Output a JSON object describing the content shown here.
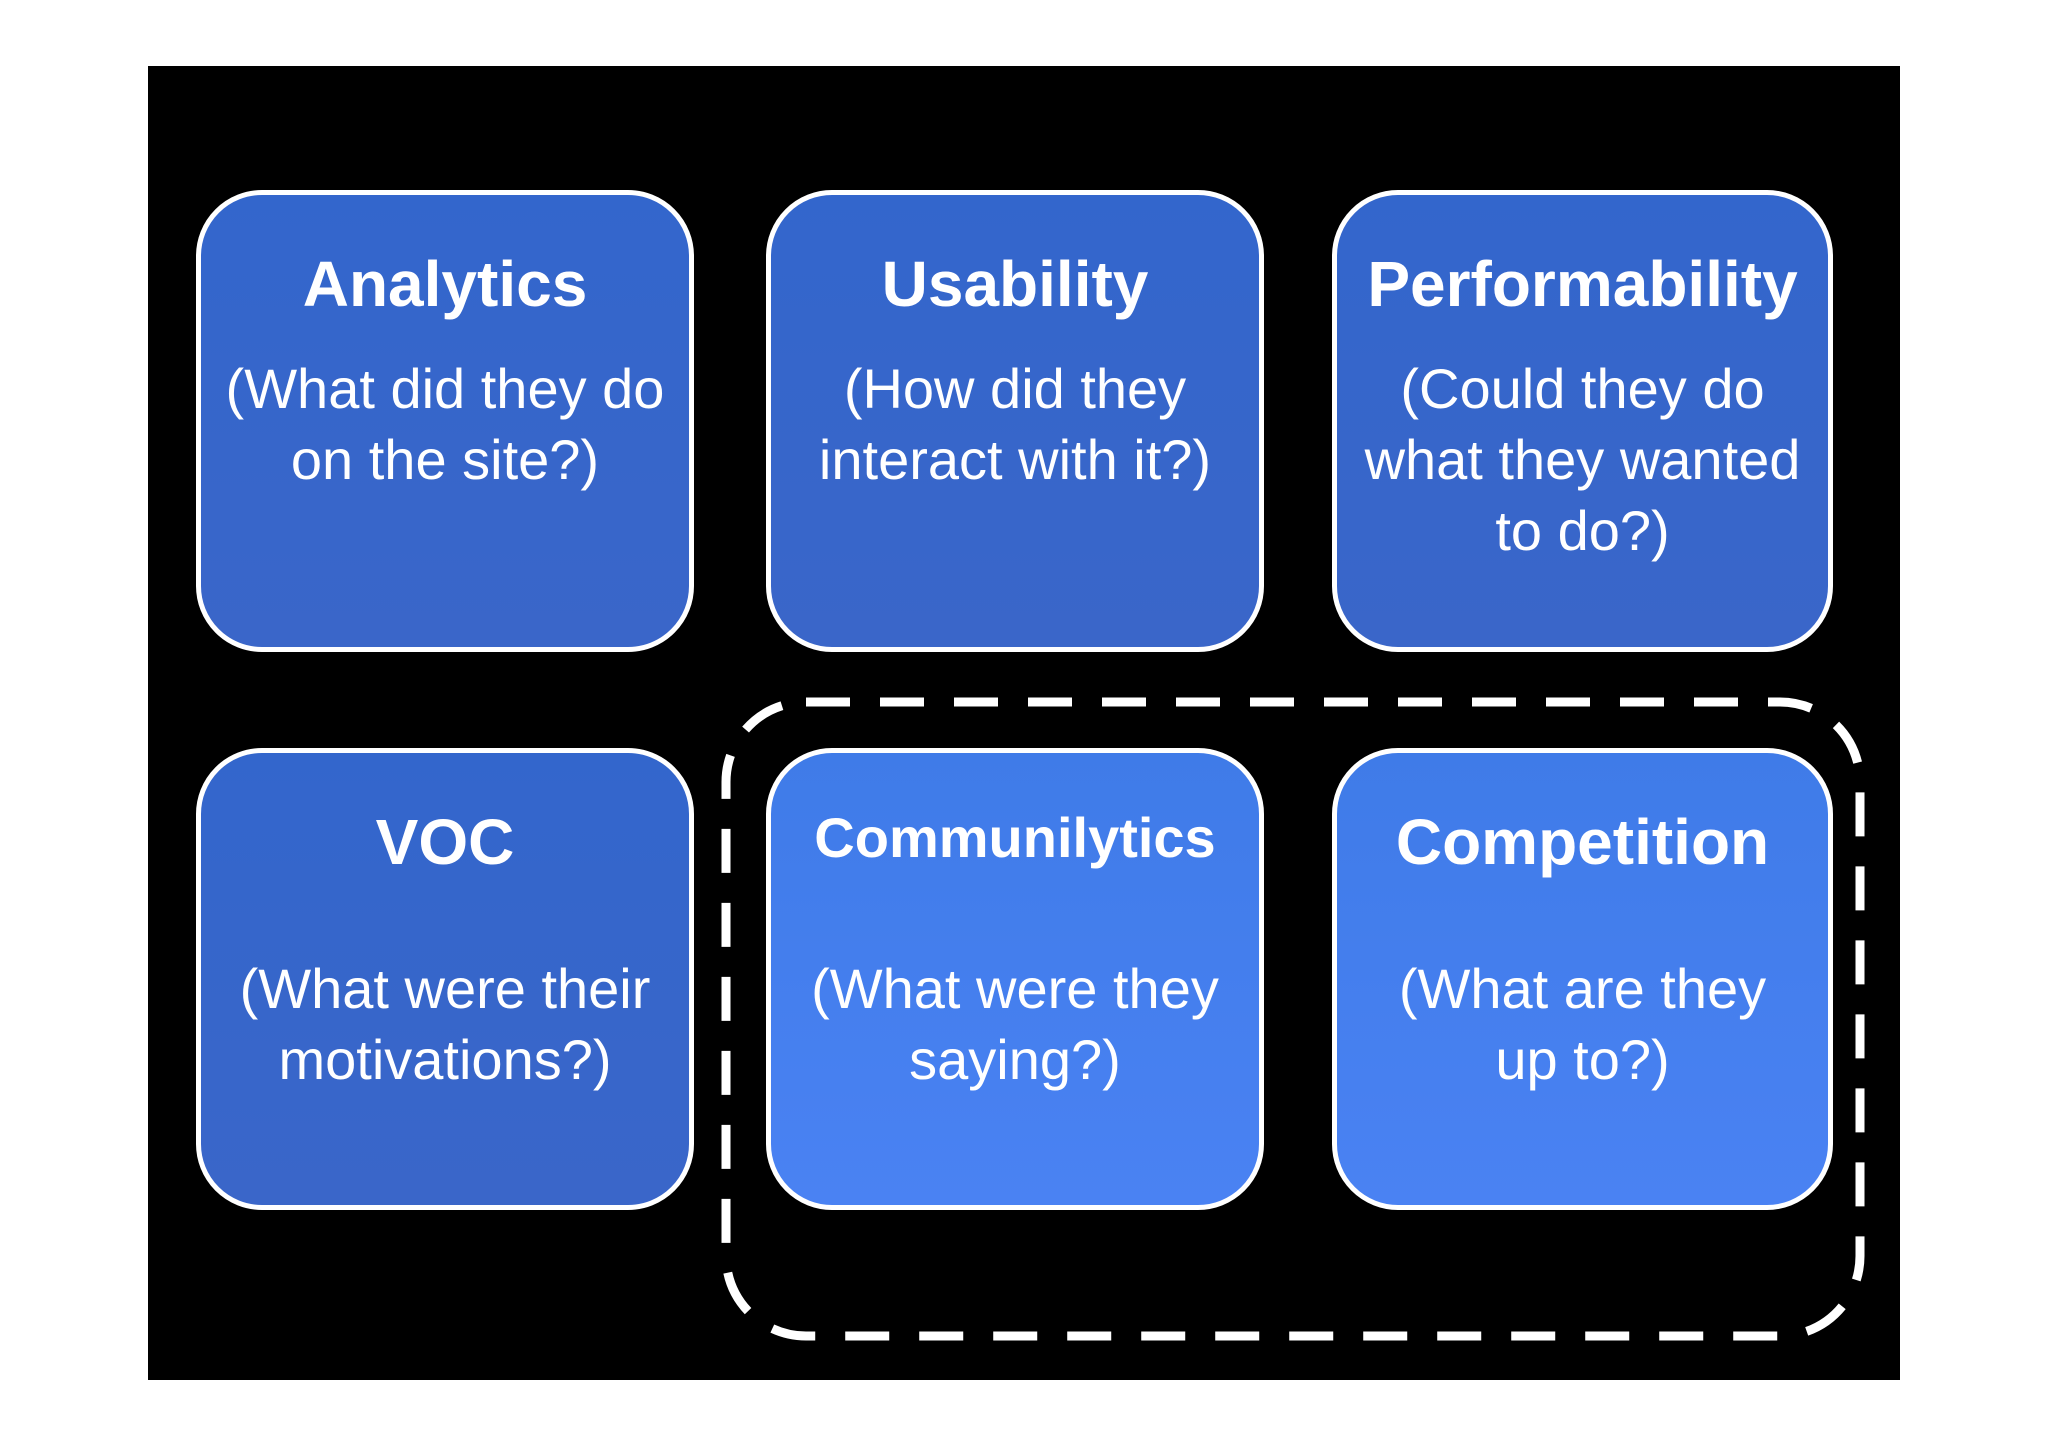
{
  "boxes": [
    {
      "id": "analytics",
      "title": "Analytics",
      "subtitle": "(What did they do\non the site?)"
    },
    {
      "id": "usability",
      "title": "Usability",
      "subtitle": "(How did they\ninteract with it?)"
    },
    {
      "id": "performability",
      "title": "Performability",
      "subtitle": "(Could they do\nwhat they wanted\nto do?)"
    },
    {
      "id": "voc",
      "title": "VOC",
      "subtitle": "(What were their\nmotivations?)"
    },
    {
      "id": "communilytics",
      "title": "Communilytics",
      "subtitle": "(What were they\nsaying?)"
    },
    {
      "id": "competition",
      "title": "Competition",
      "subtitle": "(What are they\nup to?)"
    }
  ],
  "colors": {
    "background": "#000000",
    "box_dark": "#3366cc",
    "box_light": "#4a82f3",
    "border": "#ffffff",
    "text": "#ffffff"
  }
}
